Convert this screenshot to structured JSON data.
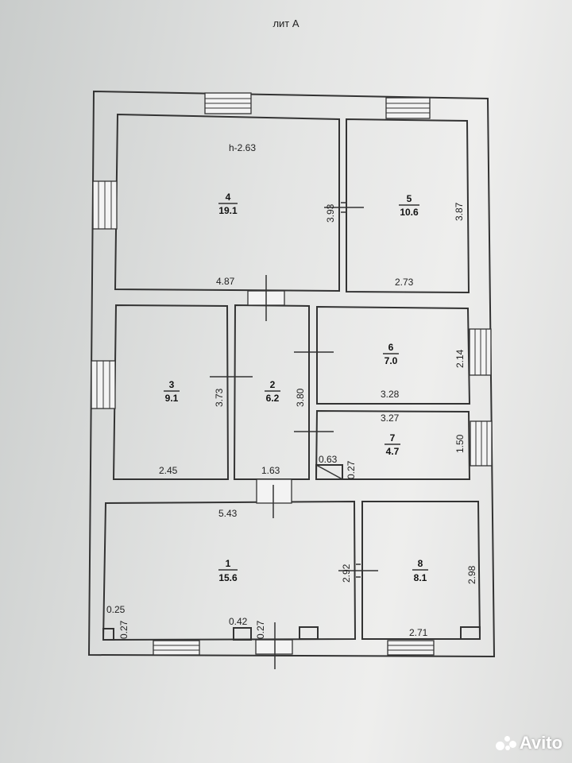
{
  "header": {
    "title": "лит А"
  },
  "ceiling_height": "h-2.63",
  "rooms": [
    {
      "id": "1",
      "area": "15.6"
    },
    {
      "id": "2",
      "area": "6.2"
    },
    {
      "id": "3",
      "area": "9.1"
    },
    {
      "id": "4",
      "area": "19.1"
    },
    {
      "id": "5",
      "area": "10.6"
    },
    {
      "id": "6",
      "area": "7.0"
    },
    {
      "id": "7",
      "area": "4.7"
    },
    {
      "id": "8",
      "area": "8.1"
    }
  ],
  "dimensions": {
    "r4_width": "4.87",
    "r4_height": "3.93",
    "r5_width": "2.73",
    "r5_height": "3.87",
    "r3_width": "2.45",
    "r3_height": "3.73",
    "r2_width": "1.63",
    "r2_height": "3.80",
    "r6_width": "3.28",
    "r6_height": "2.14",
    "r7_width": "3.27",
    "r7_height": "1.50",
    "r7_niche_w": "0.63",
    "r7_niche_h": "0.27",
    "r1_width": "5.43",
    "r1_height": "2.92",
    "r1_niche_left_w": "0.25",
    "r1_niche_left_h": "0.27",
    "r1_niche_mid_w": "0.42",
    "r1_niche_mid_h": "0.27",
    "r8_width": "2.71",
    "r8_height": "2.98"
  },
  "watermark": {
    "text": "Avito"
  }
}
